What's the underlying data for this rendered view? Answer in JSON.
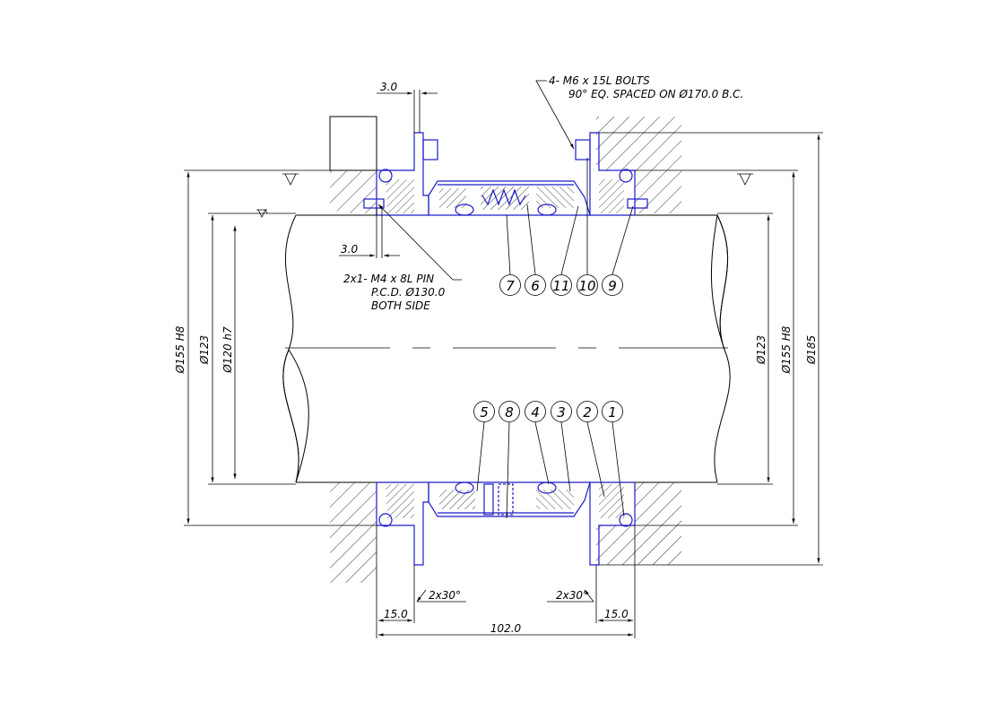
{
  "notes": {
    "bolts_line1": "4- M6 x 15L BOLTS",
    "bolts_line2": "90° EQ. SPACED  ON Ø170.0 B.C.",
    "pin_line1": "2x1- M4 x 8L PIN",
    "pin_line2": "P.C.D. Ø130.0",
    "pin_line3": "BOTH SIDE"
  },
  "dimensions": {
    "gap_top": "3.0",
    "gap_mid": "3.0",
    "dia_left_outer": "Ø155 H8",
    "dia_left_mid": "Ø123",
    "dia_left_inner": "Ø120 h7",
    "dia_right_123": "Ø123",
    "dia_right_155": "Ø155 H8",
    "dia_right_185": "Ø185",
    "chamfer_left": "2x30°",
    "chamfer_right": "2x30°",
    "len_left": "15.0",
    "len_right": "15.0",
    "len_total": "102.0"
  },
  "balloons": {
    "top": [
      "7",
      "6",
      "11",
      "10",
      "9"
    ],
    "bottom": [
      "5",
      "8",
      "4",
      "3",
      "2",
      "1"
    ]
  },
  "colors": {
    "line": "#000000",
    "seal_parts": "#1c1cc8"
  }
}
